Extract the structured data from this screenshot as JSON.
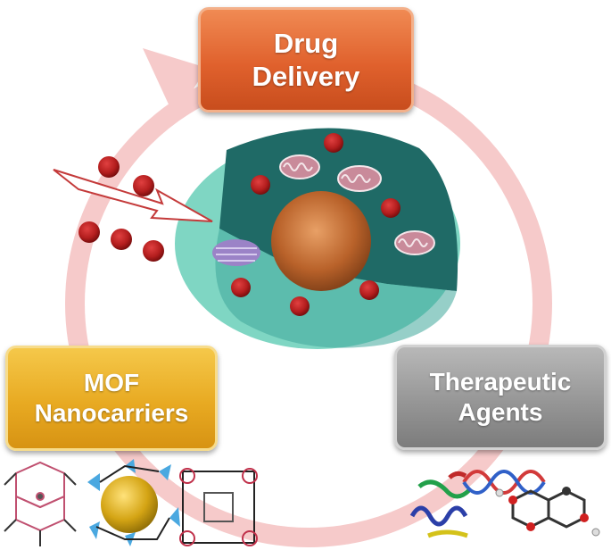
{
  "boxes": {
    "drug_delivery": {
      "line1": "Drug",
      "line2": "Delivery"
    },
    "mof_nanocarriers": {
      "line1": "MOF",
      "line2": "Nanocarriers"
    },
    "therapeutic_agents": {
      "line1": "Therapeutic",
      "line2": "Agents"
    }
  },
  "colors": {
    "cycle_ring": "#f6caca",
    "cell_membrane": "#7fd6c3",
    "cytoplasm": "#1f6a66",
    "nucleus": "#b9622a",
    "drug_particle": "#b41e1e",
    "mitochondria": "#c98a9a",
    "golgi": "#9b83c7"
  },
  "icons": [
    "cycle-arrow-icon",
    "drug-particle-icon",
    "mitochondria-icon",
    "golgi-icon",
    "nucleus-icon",
    "delivery-arrow-icon",
    "mof-framework-icon",
    "protein-helix-icon",
    "dna-helix-icon",
    "molecule-icon"
  ]
}
